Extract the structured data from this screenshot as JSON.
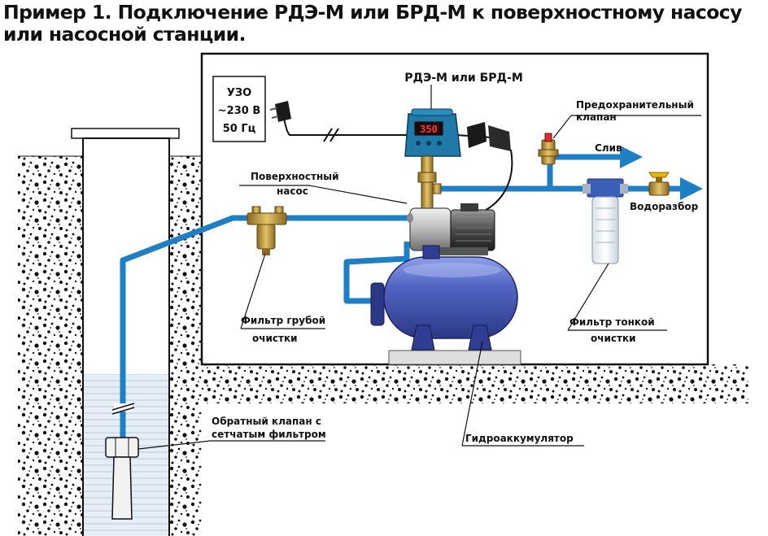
{
  "title": {
    "line1": "Пример 1. Подключение РДЭ-М или БРД-М к поверхностному насосу",
    "line2": "или насосной станции."
  },
  "labels": {
    "uzo_1": "УЗО",
    "uzo_2": "~230 В",
    "uzo_3": "50 Гц",
    "relay": "РДЭ-М или БРД-М",
    "relay_display": "350",
    "safety_valve_1": "Предохранительный",
    "safety_valve_2": "клапан",
    "drain": "Слив",
    "surface_pump_1": "Поверхностный",
    "surface_pump_2": "насос",
    "water_outlet": "Водоразбор",
    "coarse_filter_1": "Фильтр грубой",
    "coarse_filter_2": "очистки",
    "fine_filter_1": "Фильтр тонкой",
    "fine_filter_2": "очистки",
    "check_valve_1": "Обратный клапан с",
    "check_valve_2": "сетчатым фильтром",
    "accumulator": "Гидроаккумулятор"
  },
  "colors": {
    "pipe": "#1f7fc4",
    "tank": "#3b4fae",
    "tank_light": "#6f84dc",
    "brass": "#c9a24a",
    "frame": "#111111",
    "water": "#cfe0ef"
  }
}
